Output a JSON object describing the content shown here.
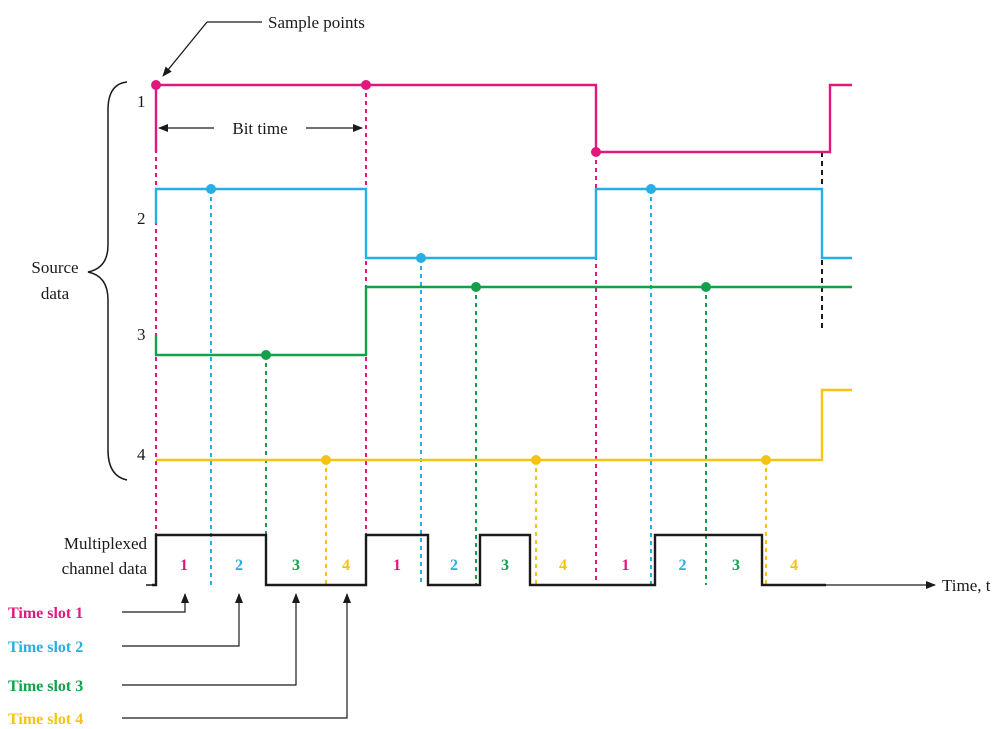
{
  "colors": {
    "source_1": "#e0187e",
    "source_2": "#27aee3",
    "source_3": "#12a04b",
    "source_4": "#f5c413",
    "channel": "#1a1a1a",
    "text": "#1a1a1a"
  },
  "labels": {
    "sample_points": "Sample points",
    "bit_time": "Bit time",
    "source_data_line1": "Source",
    "source_data_line2": "data",
    "channel_line1": "Multiplexed",
    "channel_line2": "channel data",
    "time_axis": "Time, t",
    "source_numbers": [
      "1",
      "2",
      "3",
      "4"
    ]
  },
  "time_slot_labels": [
    "Time slot 1",
    "Time slot 2",
    "Time slot 3",
    "Time slot 4"
  ],
  "sources": [
    {
      "name": "1",
      "bits": [
        1,
        1,
        0
      ],
      "final_level": 1
    },
    {
      "name": "2",
      "bits": [
        1,
        0,
        1
      ],
      "final_level": 0
    },
    {
      "name": "3",
      "bits": [
        0,
        1,
        1
      ],
      "final_level": 1
    },
    {
      "name": "4",
      "bits": [
        0,
        0,
        0
      ],
      "final_level": 1
    }
  ],
  "channel_slots": [
    {
      "slot": "1",
      "source": 1,
      "level": 1
    },
    {
      "slot": "2",
      "source": 2,
      "level": 1
    },
    {
      "slot": "3",
      "source": 3,
      "level": 0
    },
    {
      "slot": "4",
      "source": 4,
      "level": 0
    },
    {
      "slot": "1",
      "source": 1,
      "level": 1
    },
    {
      "slot": "2",
      "source": 2,
      "level": 0
    },
    {
      "slot": "3",
      "source": 3,
      "level": 1
    },
    {
      "slot": "4",
      "source": 4,
      "level": 0
    },
    {
      "slot": "1",
      "source": 1,
      "level": 0
    },
    {
      "slot": "2",
      "source": 2,
      "level": 1
    },
    {
      "slot": "3",
      "source": 3,
      "level": 1
    },
    {
      "slot": "4",
      "source": 4,
      "level": 0
    }
  ]
}
